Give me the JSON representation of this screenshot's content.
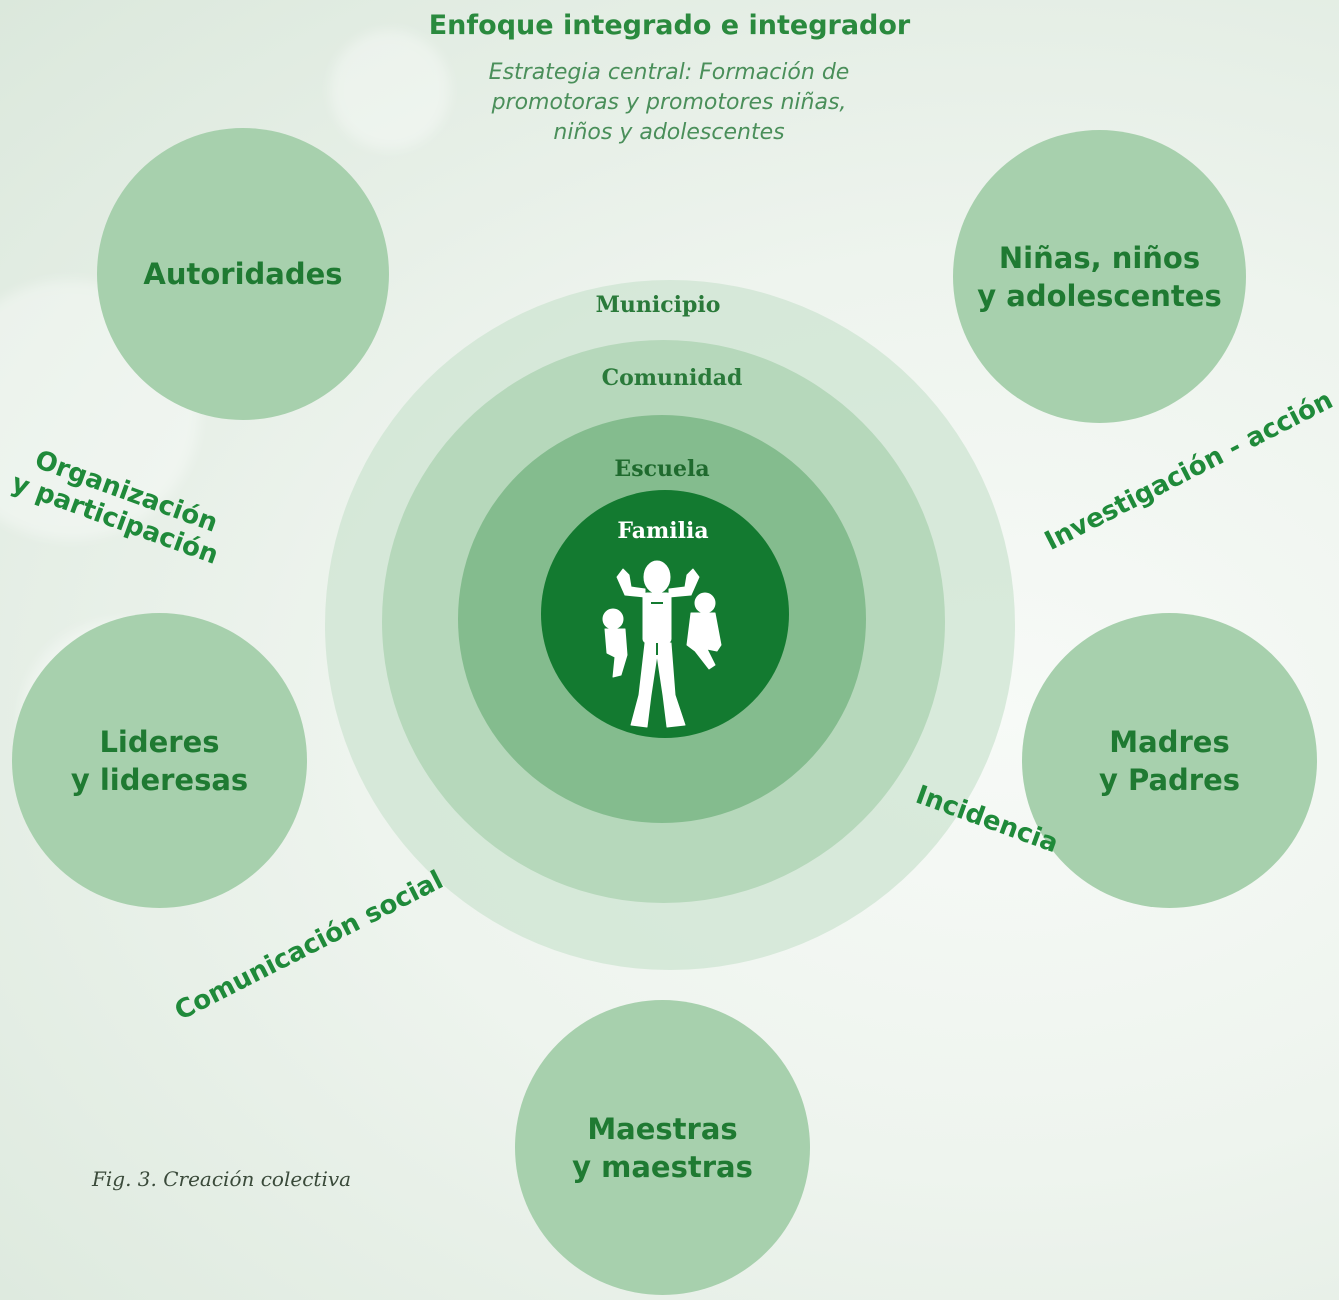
{
  "header": {
    "title": "Enfoque integrado e integrador",
    "subtitle_lines": [
      "Estrategia central: Formación de",
      "promotoras y promotores niñas,",
      "niños y adolescentes"
    ]
  },
  "actors": {
    "autoridades": [
      "Autoridades"
    ],
    "ninos": [
      "Niñas, niños",
      "y adolescentes"
    ],
    "lideres": [
      "Lideres",
      "y lideresas"
    ],
    "madres": [
      "Madres",
      "y Padres"
    ],
    "maestras": [
      "Maestras",
      "y maestras"
    ]
  },
  "levels": {
    "municipio": "Municipio",
    "comunidad": "Comunidad",
    "escuela": "Escuela",
    "familia": "Familia"
  },
  "strategies": {
    "organizacion": [
      "Organización",
      "y participación"
    ],
    "investigacion": "Investigación - acción",
    "comunicacion": "Comunicación social",
    "incidencia": "Incidencia"
  },
  "caption": "Fig. 3. Creación  colectiva",
  "colors": {
    "accent_text": "#1f7a32",
    "outer_circle": "#a7d0ad",
    "familia_fill": "#137a30"
  }
}
